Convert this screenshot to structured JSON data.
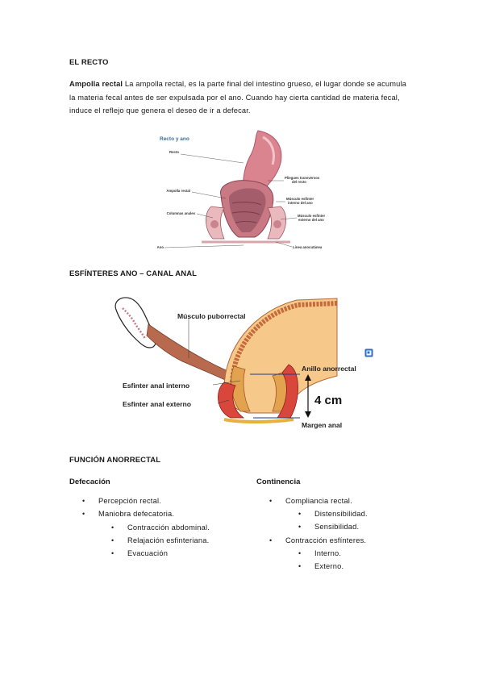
{
  "sections": {
    "recto_title": "EL RECTO",
    "esfinteres_title": "ESFÍNTERES ANO – CANAL ANAL",
    "funcion_title": "FUNCIÓN ANORRECTAL"
  },
  "paragraph": {
    "lead": "Ampolla rectal",
    "line1": " La ampolla rectal, es la parte final del intestino grueso, el lugar donde se acumula",
    "line2": "la materia fecal antes de ser expulsada por el ano. Cuando hay cierta cantidad de materia fecal,",
    "line3": "induce el reflejo que genera el deseo de ir a defecar."
  },
  "figure1": {
    "title": "Recto y ano",
    "labels": {
      "recto": "Recto",
      "ampolla": "Ampolla rectal",
      "columnas": "Columnas anales",
      "ano": "Ano",
      "pliegues1": "Pliegues transversos",
      "pliegues2": "del recto",
      "interno1": "Músculo esfínter",
      "interno2": "interno del ano",
      "externo1": "Músculo esfínter",
      "externo2": "externo del ano",
      "linea": "Línea anocutánea"
    }
  },
  "figure2": {
    "labels": {
      "puborrectal": "Músculo puborrectal",
      "interno": "Esfinter anal interno",
      "externo": "Esfinter anal externo",
      "anillo": "Anillo anorrectal",
      "medida": "4 cm",
      "margen": "Margen anal"
    }
  },
  "defecacion": {
    "title": "Defecación",
    "items": [
      "Percepción rectal.",
      "Maniobra defecatoria."
    ],
    "subitems": [
      "Contracción abdominal.",
      "Relajación esfinteriana.",
      "Evacuación"
    ]
  },
  "continencia": {
    "title": "Continencia",
    "item1": "Compliancia rectal.",
    "item1_subs": [
      "Distensibilidad.",
      "Sensibilidad."
    ],
    "item2": "Contracción esfínteres.",
    "item2_subs": [
      "Interno.",
      "Externo."
    ]
  }
}
